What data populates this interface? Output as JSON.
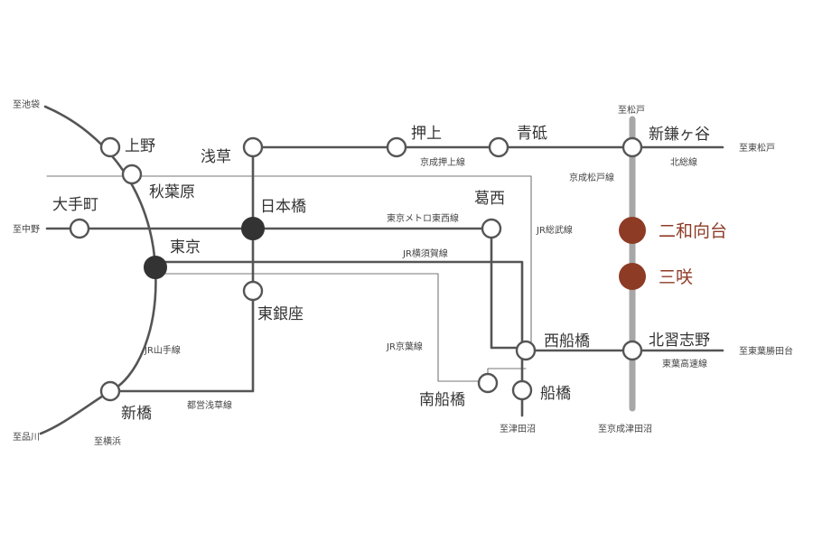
{
  "colors": {
    "line": "#555555",
    "thin_line": "#777777",
    "highlight_line": "#a7a7a7",
    "hub": "#333333",
    "highlight_station": "#8e3b26"
  },
  "stations": {
    "ueno": "上野",
    "akihabara": "秋葉原",
    "otemachi": "大手町",
    "tokyo": "東京",
    "shimbashi": "新橋",
    "asakusa": "浅草",
    "nihonbashi": "日本橋",
    "higashi_ginza": "東銀座",
    "oshiage": "押上",
    "aoto": "青砥",
    "kasai": "葛西",
    "nishi_funabashi": "西船橋",
    "minami_funabashi": "南船橋",
    "funabashi": "船橋",
    "shin_kamagaya": "新鎌ヶ谷",
    "futawamukodai": "二和向台",
    "misaki": "三咲",
    "kita_narashino": "北習志野"
  },
  "line_labels": {
    "keisei_oshiage": "京成押上線",
    "keisei_matsudo": "京成松戸線",
    "hokuso": "北総線",
    "tokyo_metro_tozai": "東京メトロ東西線",
    "jr_sobu": "JR総武線",
    "jr_yokosuka": "JR横須賀線",
    "jr_keiyo": "JR京葉線",
    "jr_yamanote": "JR山手線",
    "toei_asakusa": "都営浅草線",
    "toyo_kosoku": "東葉高速線"
  },
  "destinations": {
    "ikebukuro": "至池袋",
    "nakano": "至中野",
    "shinagawa": "至品川",
    "yokohama": "至横浜",
    "matsudo": "至松戸",
    "higashi_matsudo": "至東松戸",
    "tsudanuma": "至津田沼",
    "keisei_tsudanuma": "至京成津田沼",
    "toyo_katsutadai": "至東葉勝田台"
  }
}
